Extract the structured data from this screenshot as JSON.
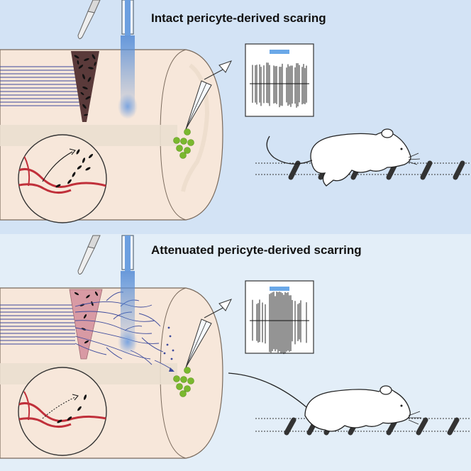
{
  "panels": {
    "top": {
      "title": "Intact pericyte-derived scaring",
      "condition": "intact"
    },
    "bottom": {
      "title": "Attenuated pericyte-derived scarring",
      "condition": "attenuated"
    }
  },
  "colors": {
    "panel_top_bg": "#d3e3f5",
    "panel_bottom_bg": "#e3eef8",
    "cord_fill": "#f6e6d8",
    "cord_outline": "#7a6a5c",
    "axon_blue": "#3d4a9c",
    "vessel_red": "#c0303a",
    "neuron_green": "#7ab82e",
    "light_beam": "#5b8fd6",
    "recording_bar": "#6aa8e8",
    "scar_pink": "#d89aa4"
  },
  "icons": [
    "scalpel-icon",
    "optic-fiber-icon",
    "electrode-icon",
    "mouse-icon",
    "ladder-rung-icon",
    "neuron-cluster-icon",
    "zoom-circle-icon"
  ]
}
